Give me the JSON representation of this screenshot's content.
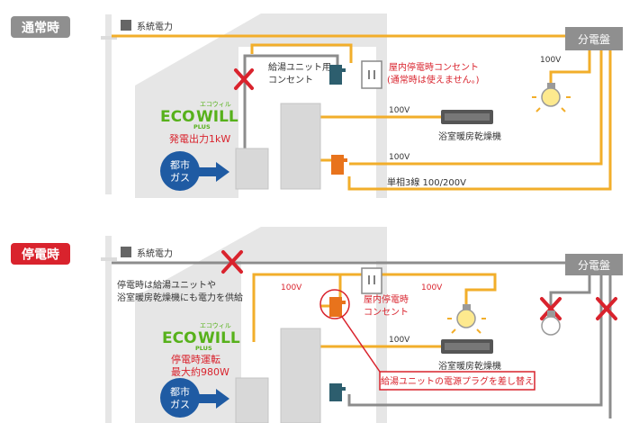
{
  "colors": {
    "line": "#f2ae2a",
    "wire_gray": "#8c8c8c",
    "building": "#e6e6e6",
    "panel": "#8f8f8f",
    "red": "#d9232d",
    "gas_blue": "#1f5ba3",
    "teal": "#2d5e6e",
    "orange_plug": "#e8731c",
    "logo_green": "#57b11b"
  },
  "icons": [
    "cross-mark-icon",
    "light-bulb-icon",
    "outlet-icon",
    "plug-icon",
    "arrow-icon"
  ],
  "top": {
    "badge": "通常時",
    "grid": "系統電力",
    "panel": "分電盤",
    "hw_outlet": [
      "給湯ユニット用",
      "コンセント"
    ],
    "indoor_outlet": "屋内停電時コンセント",
    "indoor_note": "(通常時は使えません。)",
    "v_bulb": "100V",
    "v_dryer": "100V",
    "v_plug": "100V",
    "dryer": "浴室暖房乾燥機",
    "single_phase": "単相3線 100/200V",
    "logo": {
      "eco": "ECO",
      "will": "WILL",
      "plus": "PLUS",
      "kana": "エコウィル"
    },
    "output": "発電出力1kW",
    "gas": [
      "都市",
      "ガス"
    ]
  },
  "bottom": {
    "badge": "停電時",
    "grid": "系統電力",
    "panel": "分電盤",
    "note": [
      "停電時は給湯ユニットや",
      "浴室暖房乾燥機にも電力を供給"
    ],
    "v_left": "100V",
    "v_right": "100V",
    "v_dryer": "100V",
    "indoor_outlet": [
      "屋内停電時",
      "コンセント"
    ],
    "dryer": "浴室暖房乾燥機",
    "logo": {
      "eco": "ECO",
      "will": "WILL",
      "plus": "PLUS",
      "kana": "エコウィル"
    },
    "output": [
      "停電時運転",
      "最大約980W"
    ],
    "gas": [
      "都市",
      "ガス"
    ],
    "callout": "給湯ユニットの電源プラグを差し替え"
  }
}
